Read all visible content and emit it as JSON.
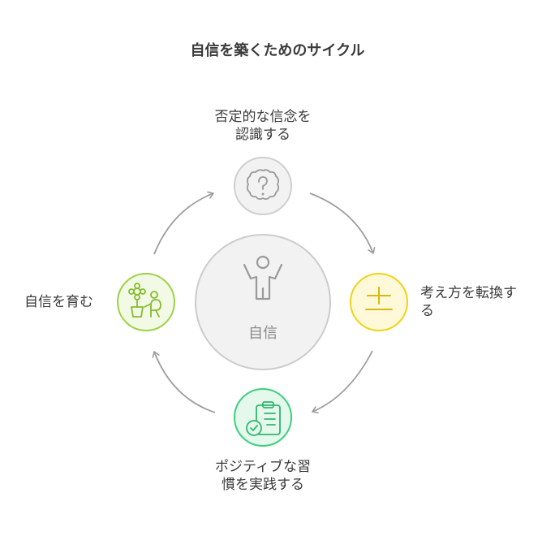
{
  "title": "自信を築くためのサイクル",
  "center": {
    "label": "自信",
    "icon": "person-arms-raised-icon"
  },
  "steps": [
    {
      "lines": [
        "否定的な信念を",
        "認識する"
      ],
      "icon": "question-cloud-icon",
      "color": "#cfcfcf"
    },
    {
      "lines": [
        "考え方を転換す",
        "る"
      ],
      "icon": "plus-minus-icon",
      "color": "#f2d21b"
    },
    {
      "lines": [
        "ポジティブな習",
        "慣を実践する"
      ],
      "icon": "checklist-icon",
      "color": "#3ecf80"
    },
    {
      "lines": [
        "自信を育む"
      ],
      "icon": "plant-growth-icon",
      "color": "#9ed24a"
    }
  ]
}
